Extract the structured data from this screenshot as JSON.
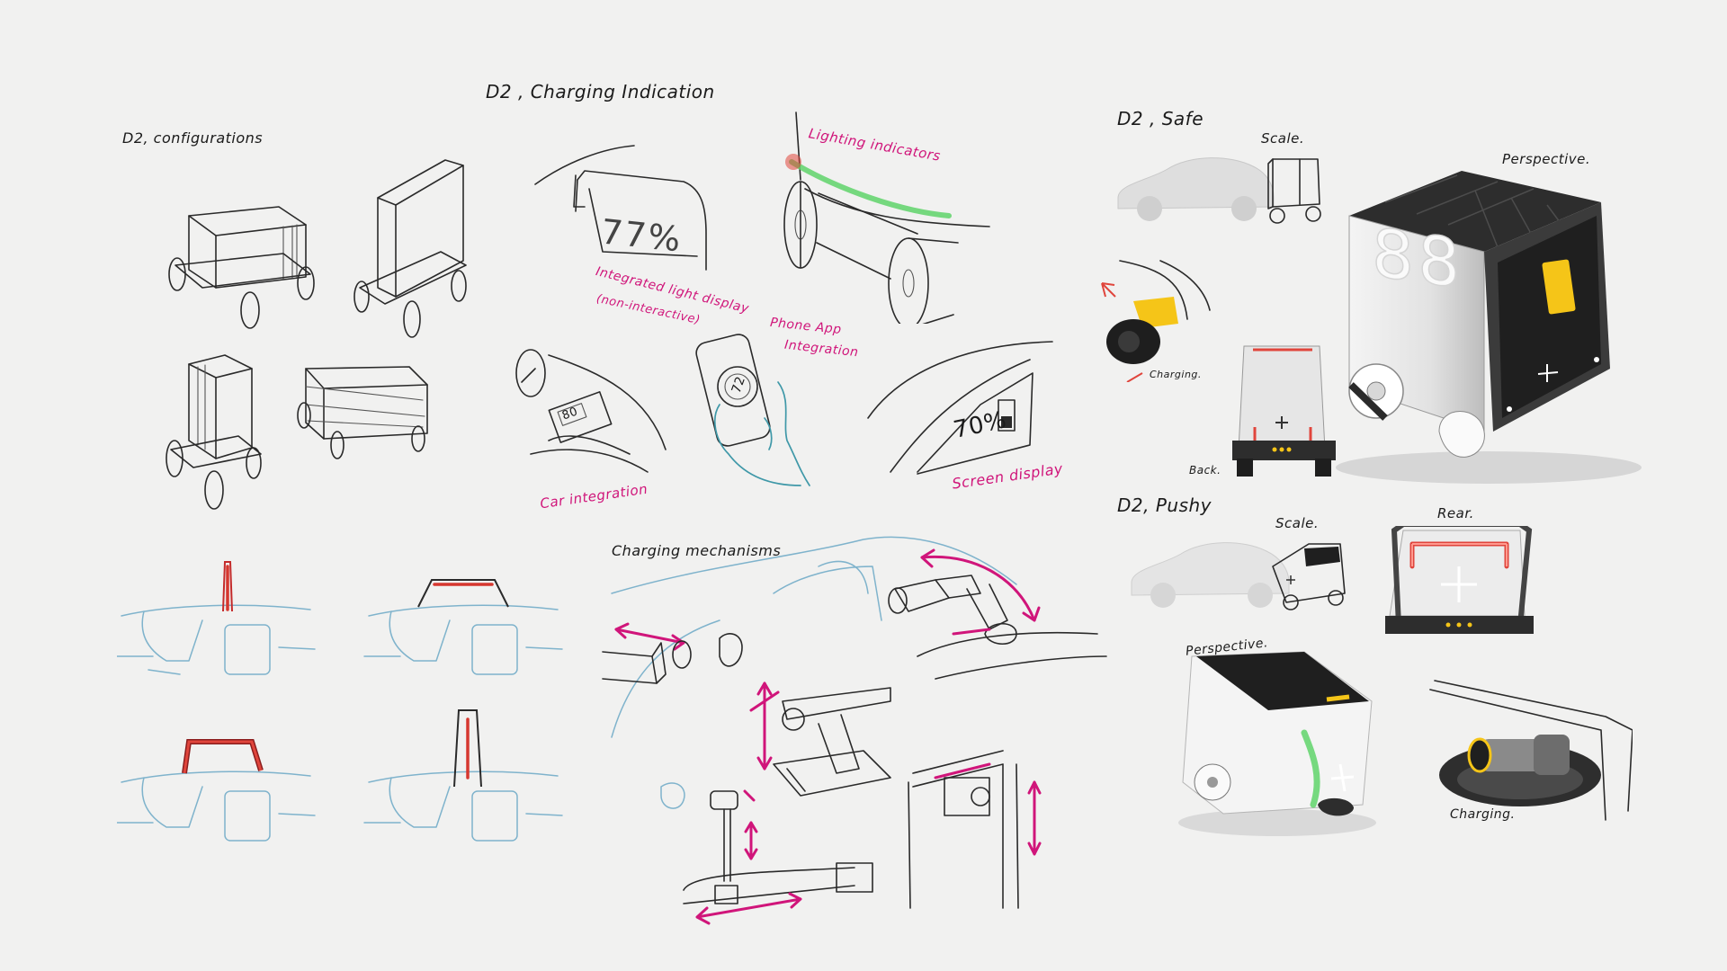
{
  "sections": {
    "configurations": "D2, configurations",
    "charging_indication": "D2 , Charging Indication",
    "safe": "D2 , Safe",
    "pushy": "D2, Pushy",
    "charging_mechanisms": "Charging mechanisms"
  },
  "indication": {
    "display_value": "77%",
    "integrated_display_note_1": "Integrated light display",
    "integrated_display_note_2": "(non-interactive)",
    "lighting": "Lighting indicators",
    "car_value": "80",
    "car_integration": "Car integration",
    "phone_value": "72",
    "phone_app_1": "Phone App",
    "phone_app_2": "Integration",
    "screen_value": "70%",
    "screen_display": "Screen display"
  },
  "safe": {
    "scale": "Scale.",
    "perspective": "Perspective.",
    "charging": "Charging.",
    "back": "Back.",
    "digits": "88"
  },
  "pushy": {
    "scale": "Scale.",
    "rear": "Rear.",
    "perspective": "Perspective.",
    "charging": "Charging."
  },
  "colors": {
    "annotation": "#d0157a",
    "sketch_blue": "#7fb3cc",
    "indicator_green": "#5fd36a",
    "accent_yellow": "#f5c518",
    "light_red": "#e0453c"
  }
}
